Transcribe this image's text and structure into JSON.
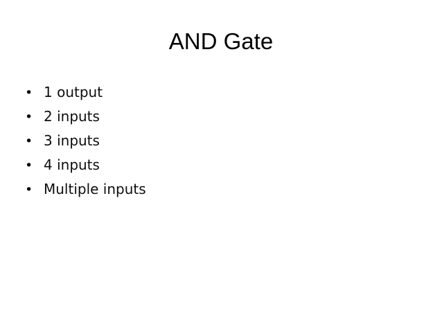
{
  "slide": {
    "title": "AND Gate",
    "background_color": "#ffffff",
    "text_color": "#000000",
    "bullet_text_color": "#0d0d0d",
    "bullet_marker": "•",
    "bullets": [
      {
        "text": "1 output"
      },
      {
        "text": "2 inputs"
      },
      {
        "text": "3 inputs"
      },
      {
        "text": "4 inputs"
      },
      {
        "text": "Multiple inputs"
      }
    ]
  }
}
